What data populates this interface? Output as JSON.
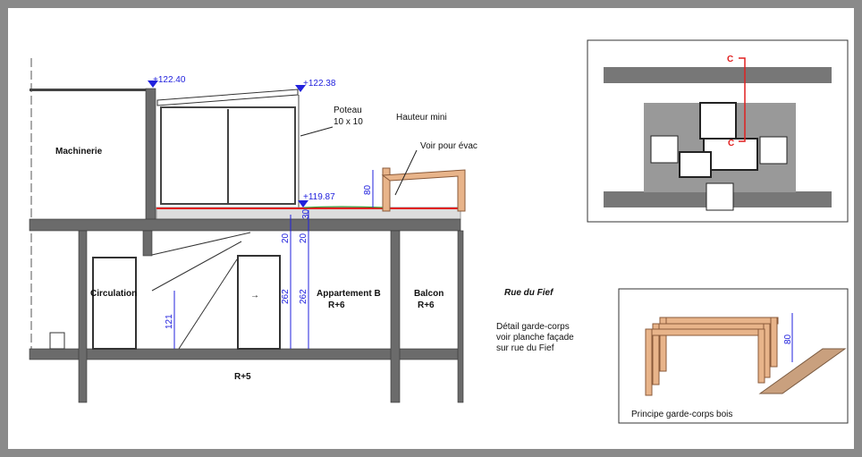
{
  "section": {
    "rooms": {
      "machinerie": "Machinerie",
      "circulation": "Circulation",
      "appartement": "Appartement B",
      "appartement_level": "R+6",
      "balcon": "Balcon",
      "balcon_level": "R+6",
      "lower_level": "R+5"
    },
    "street": "Rue du Fief",
    "notes": {
      "poteau_1": "Poteau",
      "poteau_2": "10 x 10",
      "hauteur": "Hauteur mini",
      "evac": "Voir pour évac",
      "detail_1": "Détail garde-corps",
      "detail_2": "voir planche façade",
      "detail_3": "sur rue du Fief"
    },
    "levels": {
      "top_left": "+122.40",
      "top_right": "+122.38",
      "terrace": "+119.87"
    },
    "dimensions": {
      "railing": "80",
      "slab": "30",
      "d20a": "20",
      "d20b": "20",
      "h262a": "262",
      "h262b": "262",
      "h121": "121"
    }
  },
  "plan_inset": {
    "cut_top": "C",
    "cut_bottom": "C"
  },
  "railing_inset": {
    "caption": "Principe garde-corps bois",
    "height": "80"
  },
  "colors": {
    "dim": "#2222dd",
    "cut": "#e02020",
    "wood": "#e8b48a",
    "wall": "#6b6b6b"
  }
}
